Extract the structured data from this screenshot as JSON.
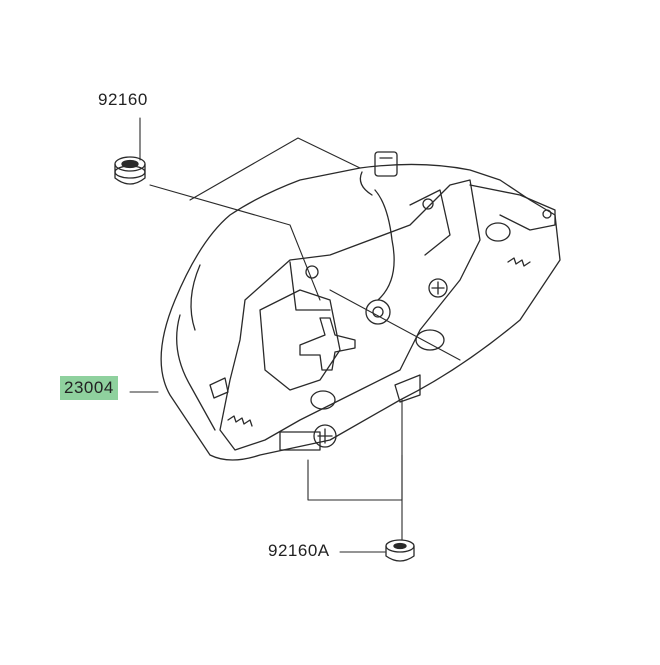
{
  "parts": {
    "top_grommet": {
      "number": "92160"
    },
    "headlight_assembly": {
      "number": "23004",
      "highlight_color": "#8fd19e"
    },
    "bottom_grommet": {
      "number": "92160A"
    }
  },
  "colors": {
    "line": "#2a2a2a",
    "background": "#ffffff"
  }
}
